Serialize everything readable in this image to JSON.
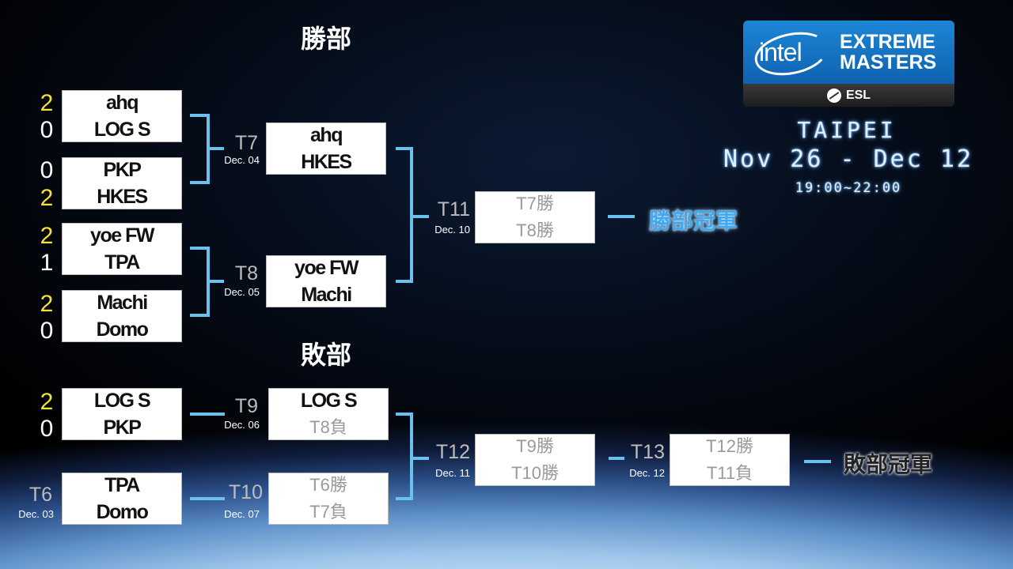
{
  "headings": {
    "upper": "勝部",
    "lower": "敗部"
  },
  "logo": {
    "brand": "intel",
    "line1": "EXTREME",
    "line2": "MASTERS",
    "sub": "ESL"
  },
  "event": {
    "city": "TAIPEI",
    "dates": "Nov 26 - Dec 12",
    "time": "19:00~22:00"
  },
  "matches": {
    "r1a": {
      "top": "ahq",
      "bottom": "LOG S",
      "score_top": "2",
      "score_bottom": "0"
    },
    "r1b": {
      "top": "PKP",
      "bottom": "HKES",
      "score_top": "0",
      "score_bottom": "2"
    },
    "r1c": {
      "top": "yoe FW",
      "bottom": "TPA",
      "score_top": "2",
      "score_bottom": "1"
    },
    "r1d": {
      "top": "Machi",
      "bottom": "Domo",
      "score_top": "2",
      "score_bottom": "0"
    },
    "t7": {
      "code": "T7",
      "date": "Dec. 04",
      "top": "ahq",
      "bottom": "HKES"
    },
    "t8": {
      "code": "T8",
      "date": "Dec. 05",
      "top": "yoe FW",
      "bottom": "Machi"
    },
    "t11": {
      "code": "T11",
      "date": "Dec. 10",
      "top": "T7勝",
      "bottom": "T8勝"
    },
    "l1": {
      "top": "LOG S",
      "bottom": "PKP",
      "score_top": "2",
      "score_bottom": "0"
    },
    "t6": {
      "code": "T6",
      "date": "Dec. 03",
      "top": "TPA",
      "bottom": "Domo"
    },
    "t9": {
      "code": "T9",
      "date": "Dec. 06",
      "top": "LOG S",
      "bottom": "T8負"
    },
    "t10": {
      "code": "T10",
      "date": "Dec. 07",
      "top": "T6勝",
      "bottom": "T7負"
    },
    "t12": {
      "code": "T12",
      "date": "Dec. 11",
      "top": "T9勝",
      "bottom": "T10勝"
    },
    "t13": {
      "code": "T13",
      "date": "Dec. 12",
      "top": "T12勝",
      "bottom": "T11負"
    }
  },
  "champions": {
    "upper": "勝部冠軍",
    "lower": "敗部冠軍"
  },
  "colors": {
    "connector": "#6cc0ee",
    "win_score": "#f3e23c",
    "upper_champ": "#3fa9f0"
  }
}
